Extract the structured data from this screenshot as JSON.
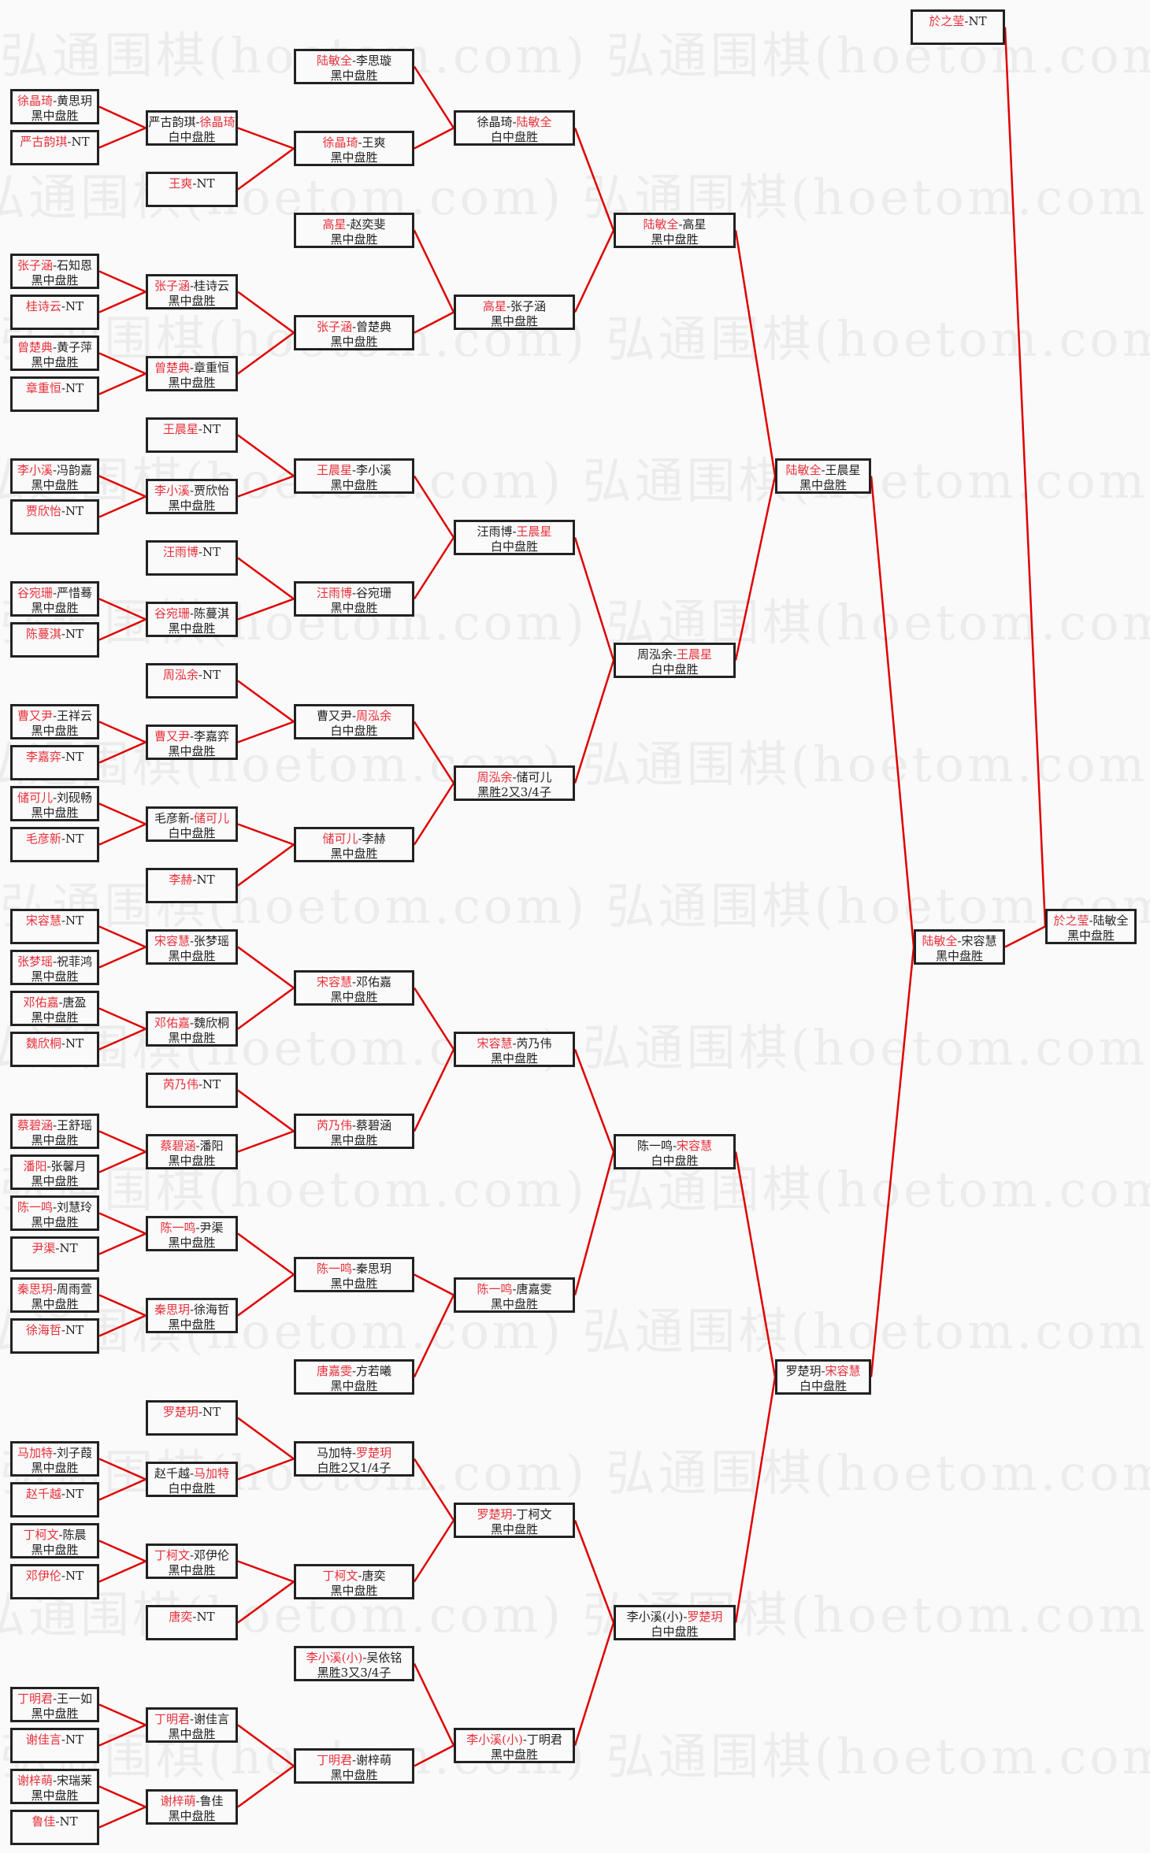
{
  "watermark": "弘通围棋(hoetom.com)",
  "colors": {
    "winner": "#e8303a",
    "text": "#222222",
    "line": "#e00000",
    "border": "#222222"
  },
  "matches": [
    {
      "id": "r1-1",
      "a": "徐晶琦",
      "b": "黄思玥",
      "winner": "a",
      "result": "黑中盘胜"
    },
    {
      "id": "r1-2",
      "a": "严古韵琪",
      "b": "NT",
      "winner": "a",
      "result": ""
    },
    {
      "id": "r1-3",
      "a": "张子涵",
      "b": "石知恩",
      "winner": "a",
      "result": "黑中盘胜"
    },
    {
      "id": "r1-4",
      "a": "桂诗云",
      "b": "NT",
      "winner": "a",
      "result": ""
    },
    {
      "id": "r1-5",
      "a": "曾楚典",
      "b": "黄子萍",
      "winner": "a",
      "result": "黑中盘胜"
    },
    {
      "id": "r1-6",
      "a": "章重恒",
      "b": "NT",
      "winner": "a",
      "result": ""
    },
    {
      "id": "r1-7",
      "a": "李小溪",
      "b": "冯韵嘉",
      "winner": "a",
      "result": "黑中盘胜"
    },
    {
      "id": "r1-8",
      "a": "贾欣怡",
      "b": "NT",
      "winner": "a",
      "result": ""
    },
    {
      "id": "r1-9",
      "a": "谷宛珊",
      "b": "严惜蓦",
      "winner": "a",
      "result": "黑中盘胜"
    },
    {
      "id": "r1-10",
      "a": "陈蔓淇",
      "b": "NT",
      "winner": "a",
      "result": ""
    },
    {
      "id": "r1-11",
      "a": "曹又尹",
      "b": "王祥云",
      "winner": "a",
      "result": "黑中盘胜"
    },
    {
      "id": "r1-12",
      "a": "李嘉弈",
      "b": "NT",
      "winner": "a",
      "result": ""
    },
    {
      "id": "r1-13",
      "a": "储可儿",
      "b": "刘砚畅",
      "winner": "a",
      "result": "黑中盘胜"
    },
    {
      "id": "r1-14",
      "a": "毛彦新",
      "b": "NT",
      "winner": "a",
      "result": ""
    },
    {
      "id": "r1-15",
      "a": "宋容慧",
      "b": "NT",
      "winner": "a",
      "result": ""
    },
    {
      "id": "r1-16",
      "a": "张梦瑶",
      "b": "祝菲鸿",
      "winner": "a",
      "result": "黑中盘胜"
    },
    {
      "id": "r1-17",
      "a": "邓佑嘉",
      "b": "唐盈",
      "winner": "a",
      "result": "黑中盘胜"
    },
    {
      "id": "r1-18",
      "a": "魏欣桐",
      "b": "NT",
      "winner": "a",
      "result": ""
    },
    {
      "id": "r1-19",
      "a": "蔡碧涵",
      "b": "王舒瑶",
      "winner": "a",
      "result": "黑中盘胜"
    },
    {
      "id": "r1-20",
      "a": "潘阳",
      "b": "张馨月",
      "winner": "a",
      "result": "黑中盘胜"
    },
    {
      "id": "r1-21",
      "a": "陈一鸣",
      "b": "刘慧玲",
      "winner": "a",
      "result": "黑中盘胜"
    },
    {
      "id": "r1-22",
      "a": "尹渠",
      "b": "NT",
      "winner": "a",
      "result": ""
    },
    {
      "id": "r1-23",
      "a": "秦思玥",
      "b": "周雨萱",
      "winner": "a",
      "result": "黑中盘胜"
    },
    {
      "id": "r1-24",
      "a": "徐海哲",
      "b": "NT",
      "winner": "a",
      "result": ""
    },
    {
      "id": "r1-25",
      "a": "马加特",
      "b": "刘子葭",
      "winner": "a",
      "result": "黑中盘胜"
    },
    {
      "id": "r1-26",
      "a": "赵千越",
      "b": "NT",
      "winner": "a",
      "result": ""
    },
    {
      "id": "r1-27",
      "a": "丁柯文",
      "b": "陈晨",
      "winner": "a",
      "result": "黑中盘胜"
    },
    {
      "id": "r1-28",
      "a": "邓伊伦",
      "b": "NT",
      "winner": "a",
      "result": ""
    },
    {
      "id": "r1-29",
      "a": "丁明君",
      "b": "王一如",
      "winner": "a",
      "result": "黑中盘胜"
    },
    {
      "id": "r1-30",
      "a": "谢佳言",
      "b": "NT",
      "winner": "a",
      "result": ""
    },
    {
      "id": "r1-31",
      "a": "谢梓萌",
      "b": "宋瑞莱",
      "winner": "a",
      "result": "黑中盘胜"
    },
    {
      "id": "r1-32",
      "a": "鲁佳",
      "b": "NT",
      "winner": "a",
      "result": ""
    },
    {
      "id": "r2-1",
      "a": "严古韵琪",
      "b": "徐晶琦",
      "winner": "b",
      "result": "白中盘胜"
    },
    {
      "id": "r2-2",
      "a": "王爽",
      "b": "NT",
      "winner": "a",
      "result": ""
    },
    {
      "id": "r2-3",
      "a": "张子涵",
      "b": "桂诗云",
      "winner": "a",
      "result": "黑中盘胜"
    },
    {
      "id": "r2-4",
      "a": "曾楚典",
      "b": "章重恒",
      "winner": "a",
      "result": "黑中盘胜"
    },
    {
      "id": "r2-5",
      "a": "王晨星",
      "b": "NT",
      "winner": "a",
      "result": ""
    },
    {
      "id": "r2-6",
      "a": "李小溪",
      "b": "贾欣怡",
      "winner": "a",
      "result": "黑中盘胜"
    },
    {
      "id": "r2-7",
      "a": "汪雨博",
      "b": "NT",
      "winner": "a",
      "result": ""
    },
    {
      "id": "r2-8",
      "a": "谷宛珊",
      "b": "陈蔓淇",
      "winner": "a",
      "result": "黑中盘胜"
    },
    {
      "id": "r2-9",
      "a": "周泓余",
      "b": "NT",
      "winner": "a",
      "result": ""
    },
    {
      "id": "r2-10",
      "a": "曹又尹",
      "b": "李嘉弈",
      "winner": "a",
      "result": "黑中盘胜"
    },
    {
      "id": "r2-11",
      "a": "毛彦新",
      "b": "储可儿",
      "winner": "b",
      "result": "白中盘胜"
    },
    {
      "id": "r2-12",
      "a": "李赫",
      "b": "NT",
      "winner": "a",
      "result": ""
    },
    {
      "id": "r2-13",
      "a": "宋容慧",
      "b": "张梦瑶",
      "winner": "a",
      "result": "黑中盘胜"
    },
    {
      "id": "r2-14",
      "a": "邓佑嘉",
      "b": "魏欣桐",
      "winner": "a",
      "result": "黑中盘胜"
    },
    {
      "id": "r2-15",
      "a": "芮乃伟",
      "b": "NT",
      "winner": "a",
      "result": ""
    },
    {
      "id": "r2-16",
      "a": "蔡碧涵",
      "b": "潘阳",
      "winner": "a",
      "result": "黑中盘胜"
    },
    {
      "id": "r2-17",
      "a": "陈一鸣",
      "b": "尹渠",
      "winner": "a",
      "result": "黑中盘胜"
    },
    {
      "id": "r2-18",
      "a": "秦思玥",
      "b": "徐海哲",
      "winner": "a",
      "result": "黑中盘胜"
    },
    {
      "id": "r2-19",
      "a": "罗楚玥",
      "b": "NT",
      "winner": "a",
      "result": ""
    },
    {
      "id": "r2-20",
      "a": "赵千越",
      "b": "马加特",
      "winner": "b",
      "result": "白中盘胜"
    },
    {
      "id": "r2-21",
      "a": "丁柯文",
      "b": "邓伊伦",
      "winner": "a",
      "result": "黑中盘胜"
    },
    {
      "id": "r2-22",
      "a": "唐奕",
      "b": "NT",
      "winner": "a",
      "result": ""
    },
    {
      "id": "r2-23",
      "a": "丁明君",
      "b": "谢佳言",
      "winner": "a",
      "result": "黑中盘胜"
    },
    {
      "id": "r2-24",
      "a": "谢梓萌",
      "b": "鲁佳",
      "winner": "a",
      "result": "黑中盘胜"
    },
    {
      "id": "r3-1",
      "a": "陆敏全",
      "b": "李思璇",
      "winner": "a",
      "result": "黑中盘胜"
    },
    {
      "id": "r3-2",
      "a": "徐晶琦",
      "b": "王爽",
      "winner": "a",
      "result": "黑中盘胜"
    },
    {
      "id": "r3-3",
      "a": "高星",
      "b": "赵奕斐",
      "winner": "a",
      "result": "黑中盘胜"
    },
    {
      "id": "r3-4",
      "a": "张子涵",
      "b": "曾楚典",
      "winner": "a",
      "result": "黑中盘胜"
    },
    {
      "id": "r3-5",
      "a": "王晨星",
      "b": "李小溪",
      "winner": "a",
      "result": "黑中盘胜"
    },
    {
      "id": "r3-6",
      "a": "汪雨博",
      "b": "谷宛珊",
      "winner": "a",
      "result": "黑中盘胜"
    },
    {
      "id": "r3-7",
      "a": "曹又尹",
      "b": "周泓余",
      "winner": "b",
      "result": "白中盘胜"
    },
    {
      "id": "r3-8",
      "a": "储可儿",
      "b": "李赫",
      "winner": "a",
      "result": "黑中盘胜"
    },
    {
      "id": "r3-9",
      "a": "宋容慧",
      "b": "邓佑嘉",
      "winner": "a",
      "result": "黑中盘胜"
    },
    {
      "id": "r3-10",
      "a": "芮乃伟",
      "b": "蔡碧涵",
      "winner": "a",
      "result": "黑中盘胜"
    },
    {
      "id": "r3-11",
      "a": "陈一鸣",
      "b": "秦思玥",
      "winner": "a",
      "result": "黑中盘胜"
    },
    {
      "id": "r3-12",
      "a": "唐嘉雯",
      "b": "方若曦",
      "winner": "a",
      "result": "黑中盘胜"
    },
    {
      "id": "r3-13",
      "a": "马加特",
      "b": "罗楚玥",
      "winner": "b",
      "result": "白胜2又1/4子"
    },
    {
      "id": "r3-14",
      "a": "丁柯文",
      "b": "唐奕",
      "winner": "a",
      "result": "黑中盘胜"
    },
    {
      "id": "r3-15",
      "a": "李小溪(小)",
      "b": "吴依铭",
      "winner": "a",
      "result": "黑胜3又3/4子"
    },
    {
      "id": "r3-16",
      "a": "丁明君",
      "b": "谢梓萌",
      "winner": "a",
      "result": "黑中盘胜"
    },
    {
      "id": "r4-1",
      "a": "徐晶琦",
      "b": "陆敏全",
      "winner": "b",
      "result": "白中盘胜"
    },
    {
      "id": "r4-2",
      "a": "高星",
      "b": "张子涵",
      "winner": "a",
      "result": "黑中盘胜"
    },
    {
      "id": "r4-3",
      "a": "汪雨博",
      "b": "王晨星",
      "winner": "b",
      "result": "白中盘胜"
    },
    {
      "id": "r4-4",
      "a": "周泓余",
      "b": "储可儿",
      "winner": "a",
      "result": "黑胜2又3/4子"
    },
    {
      "id": "r4-5",
      "a": "宋容慧",
      "b": "芮乃伟",
      "winner": "a",
      "result": "黑中盘胜"
    },
    {
      "id": "r4-6",
      "a": "陈一鸣",
      "b": "唐嘉雯",
      "winner": "a",
      "result": "黑中盘胜"
    },
    {
      "id": "r4-7",
      "a": "罗楚玥",
      "b": "丁柯文",
      "winner": "a",
      "result": "黑中盘胜"
    },
    {
      "id": "r4-8",
      "a": "李小溪(小)",
      "b": "丁明君",
      "winner": "a",
      "result": "黑中盘胜"
    },
    {
      "id": "r5-1",
      "a": "陆敏全",
      "b": "高星",
      "winner": "a",
      "result": "黑中盘胜"
    },
    {
      "id": "r5-2",
      "a": "周泓余",
      "b": "王晨星",
      "winner": "b",
      "result": "白中盘胜"
    },
    {
      "id": "r5-3",
      "a": "陈一鸣",
      "b": "宋容慧",
      "winner": "b",
      "result": "白中盘胜"
    },
    {
      "id": "r5-4",
      "a": "李小溪(小)",
      "b": "罗楚玥",
      "winner": "b",
      "result": "白中盘胜"
    },
    {
      "id": "r6-1",
      "a": "陆敏全",
      "b": "王晨星",
      "winner": "a",
      "result": "黑中盘胜"
    },
    {
      "id": "r6-2",
      "a": "罗楚玥",
      "b": "宋容慧",
      "winner": "b",
      "result": "白中盘胜"
    },
    {
      "id": "r7-1",
      "a": "陆敏全",
      "b": "宋容慧",
      "winner": "a",
      "result": "黑中盘胜"
    },
    {
      "id": "r7-top",
      "a": "於之莹",
      "b": "NT",
      "winner": "a",
      "result": ""
    },
    {
      "id": "final",
      "a": "於之莹",
      "b": "陆敏全",
      "winner": "a",
      "result": "黑中盘胜"
    }
  ]
}
